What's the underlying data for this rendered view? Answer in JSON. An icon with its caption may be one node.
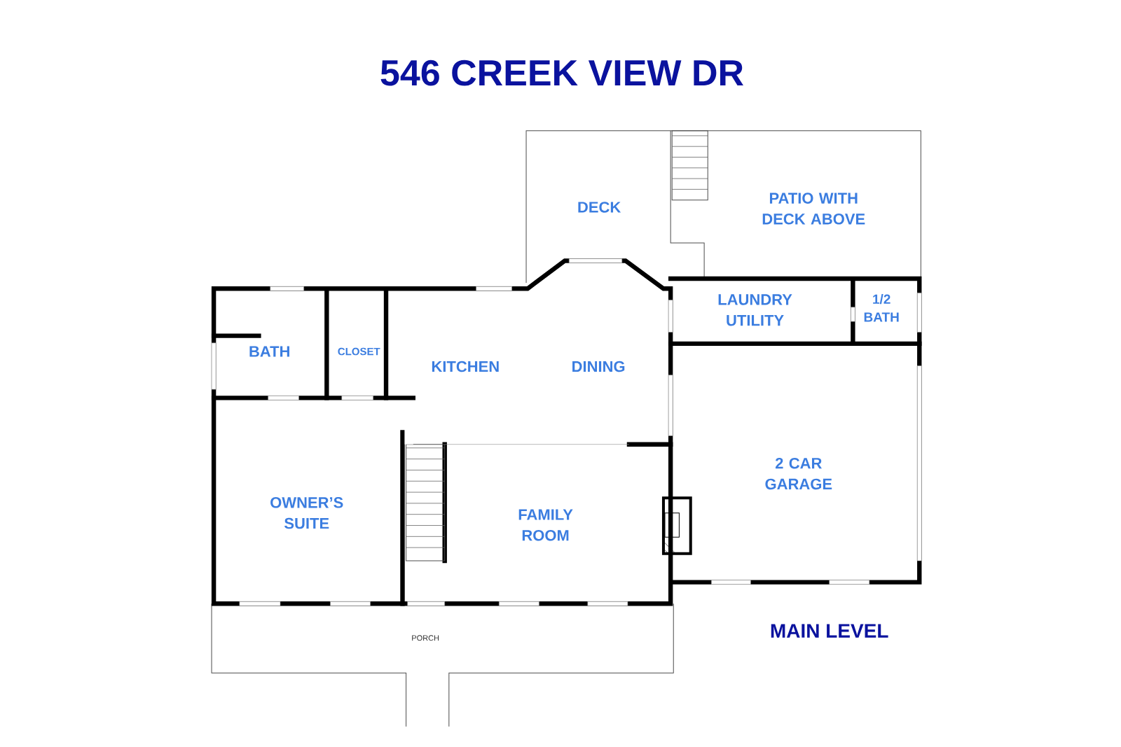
{
  "diagram": {
    "title": "546 CREEK VIEW DR",
    "nodes": [
      {
        "text": [
          "DECK"
        ]
      },
      {
        "text": [
          "PATIO WITH DECK ABOVE"
        ]
      },
      {
        "text": [
          "LAUNDRY UTILITY"
        ]
      },
      {
        "text": [
          "1/2 BATH"
        ]
      },
      {
        "text": [
          "BATH"
        ]
      },
      {
        "text": [
          "CLOSET"
        ]
      },
      {
        "text": [
          "KITCHEN"
        ]
      },
      {
        "text": [
          "DINING"
        ]
      },
      {
        "text": [
          "OWNER’S SUITE"
        ]
      },
      {
        "text": [
          "FAMILY ROOM"
        ]
      },
      {
        "text": [
          "2 CAR GARAGE"
        ]
      },
      {
        "text": [
          "PORCH"
        ]
      }
    ],
    "labels": [
      "MAIN LEVEL"
    ]
  }
}
